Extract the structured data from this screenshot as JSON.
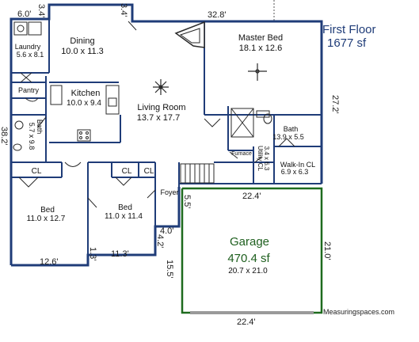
{
  "title": {
    "line1": "First Floor",
    "line2": "1677 sf"
  },
  "rooms": {
    "laundry": {
      "name": "Laundry",
      "size": "5.6 x 8.1"
    },
    "dining": {
      "name": "Dining",
      "size": "10.0 x 11.3"
    },
    "master": {
      "name": "Master Bed",
      "size": "18.1 x 12.6"
    },
    "kitchen": {
      "name": "Kitchen",
      "size": "10.0 x 9.4"
    },
    "living": {
      "name": "Living Room",
      "size": "13.7 x 17.7"
    },
    "pantry": {
      "name": "Pantry"
    },
    "bath_left": {
      "name": "Bath",
      "size": "5.7 x 9.8"
    },
    "bath_right": {
      "name": "Bath",
      "size": "13.9 x 5.5"
    },
    "furnace": {
      "name": "Furnace"
    },
    "utility": {
      "name": "Utility CL",
      "size": "3.4 x 6.3"
    },
    "walkin": {
      "name": "Walk-In CL",
      "size": "6.9 x 6.3"
    },
    "cl1": {
      "name": "CL"
    },
    "cl2": {
      "name": "CL"
    },
    "cl3": {
      "name": "CL"
    },
    "foyer": {
      "name": "Foyer"
    },
    "bed_left": {
      "name": "Bed",
      "size": "11.0 x 12.7"
    },
    "bed_mid": {
      "name": "Bed",
      "size": "11.0 x 11.4"
    },
    "garage": {
      "name": "Garage",
      "area": "470.4 sf",
      "size": "20.7 x 21.0"
    }
  },
  "dimensions": {
    "top_left": "6.0'",
    "top_notch": "3.4'",
    "top_main": "32.8'",
    "right_upper": "27.2'",
    "left_side": "38.2'",
    "garage_top": "22.4'",
    "garage_bottom": "22.4'",
    "garage_right": "21.0'",
    "foyer_side": "5.5'",
    "step_small": "4.0'",
    "step_side": "4.2'",
    "garage_left": "15.5'",
    "bottom_left": "12.6'",
    "bottom_step": "1.3'",
    "bottom_mid": "11.3'"
  },
  "credit": "Measuringspaces.com",
  "colors": {
    "wall": "#1f3c78",
    "garage": "#1e6b1e"
  }
}
